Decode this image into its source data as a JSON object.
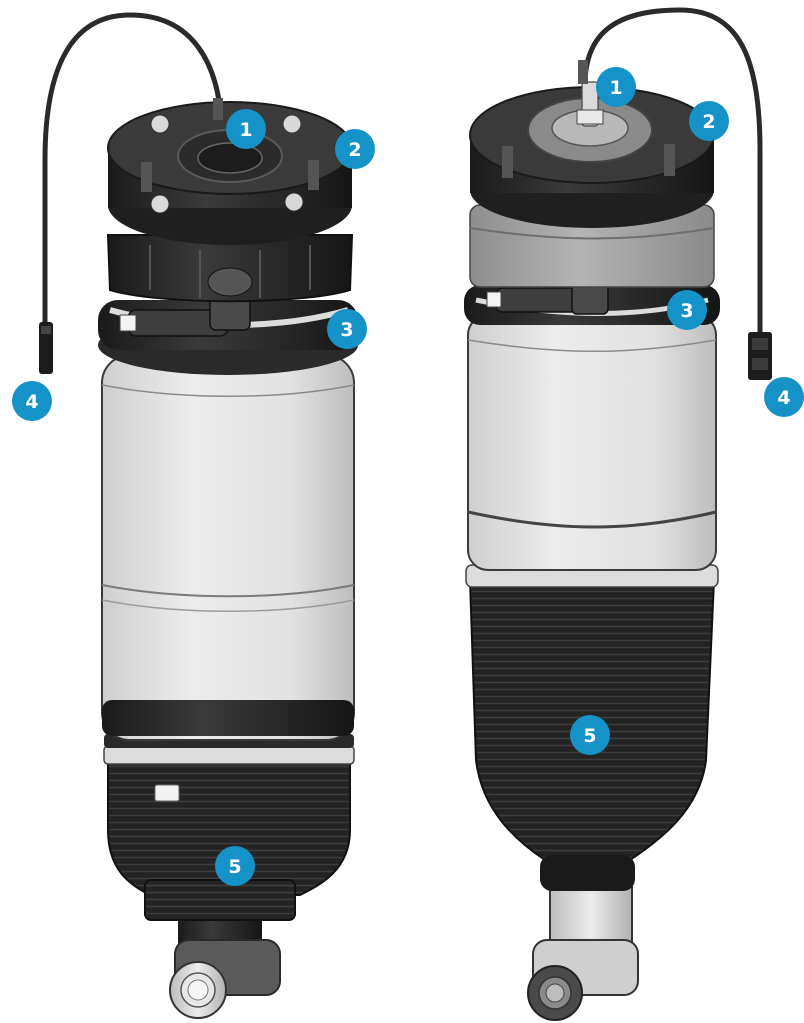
{
  "colors": {
    "callout": "#1592c8",
    "callout_text": "#ffffff",
    "metal_dark": "#2b2b2b",
    "rubber_black": "#1e1e1e",
    "sleeve_light": "#e3e3e3",
    "sleeve_shade": "#c9c9c9",
    "band_grey": "#a9a9a9",
    "fitting_light": "#d8d8d8"
  },
  "left_strut": {
    "callouts": [
      {
        "number": "1",
        "part": "top-mount"
      },
      {
        "number": "2",
        "part": "upper-plate"
      },
      {
        "number": "3",
        "part": "valve-connector"
      },
      {
        "number": "4",
        "part": "cable-plug"
      },
      {
        "number": "5",
        "part": "bellows"
      }
    ]
  },
  "right_strut": {
    "callouts": [
      {
        "number": "1",
        "part": "top-mount"
      },
      {
        "number": "2",
        "part": "upper-plate"
      },
      {
        "number": "3",
        "part": "valve-connector"
      },
      {
        "number": "4",
        "part": "cable-plug"
      },
      {
        "number": "5",
        "part": "bellows"
      }
    ]
  }
}
